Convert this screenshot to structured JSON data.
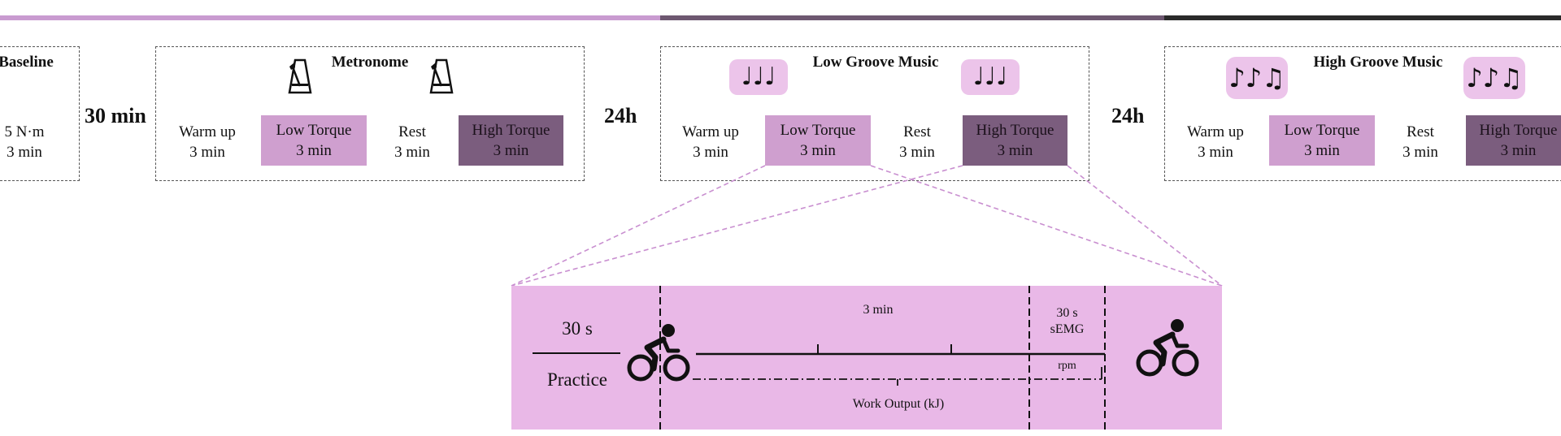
{
  "progress_bar": {
    "colors": [
      "#c99bd0",
      "#6e5871",
      "#2a2a2a"
    ]
  },
  "baseline": {
    "title": "Baseline",
    "line1": "5 N·m",
    "line2": "3 min"
  },
  "gap1": "30 min",
  "gap2": "24h",
  "gap3": "24h",
  "sessions": [
    {
      "title": "Metronome",
      "icon": "metronome-icon",
      "segments": [
        {
          "label": "Warm up",
          "duration": "3 min"
        },
        {
          "label": "Low Torque",
          "duration": "3 min"
        },
        {
          "label": "Rest",
          "duration": "3 min"
        },
        {
          "label": "High Torque",
          "duration": "3 min"
        }
      ]
    },
    {
      "title": "Low Groove Music",
      "icon": "music-notes-icon",
      "segments": [
        {
          "label": "Warm up",
          "duration": "3 min"
        },
        {
          "label": "Low Torque",
          "duration": "3 min"
        },
        {
          "label": "Rest",
          "duration": "3 min"
        },
        {
          "label": "High Torque",
          "duration": "3 min"
        }
      ]
    },
    {
      "title": "High Groove Music",
      "icon": "beamed-notes-icon",
      "segments": [
        {
          "label": "Warm up",
          "duration": "3 min"
        },
        {
          "label": "Low Torque",
          "duration": "3 min"
        },
        {
          "label": "Rest",
          "duration": "3 min"
        },
        {
          "label": "High Torque",
          "duration": "3 min"
        }
      ]
    }
  ],
  "colors": {
    "low_torque": "#cf9fcf",
    "high_torque": "#7b5d7e",
    "detail_panel": "#e9b8e7",
    "connector": "#c98fd0"
  },
  "detail": {
    "practice_time": "30 s",
    "practice_label": "Practice",
    "main_duration": "3 min",
    "semg_time": "30 s",
    "semg_label": "sEMG",
    "rpm_label": "rpm",
    "work_label": "Work Output (kJ)",
    "icon": "cyclist-icon"
  }
}
